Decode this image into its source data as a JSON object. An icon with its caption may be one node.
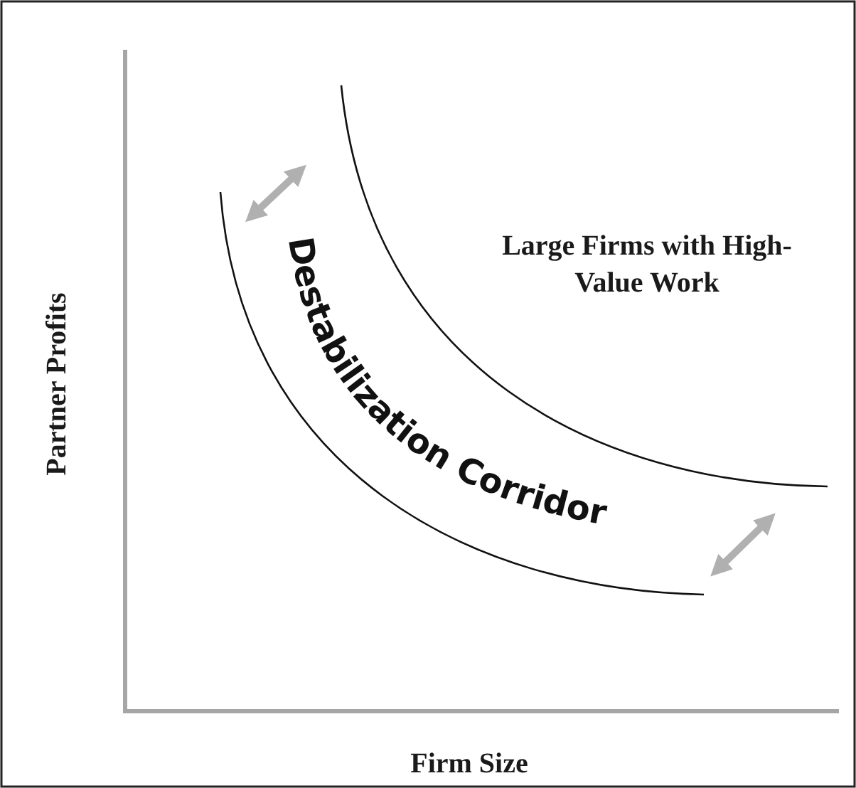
{
  "diagram": {
    "labels": [
      "Large Firms with High-Value Work",
      "Destabilization Corridor",
      "Partner Profits",
      "Firm Size"
    ]
  }
}
